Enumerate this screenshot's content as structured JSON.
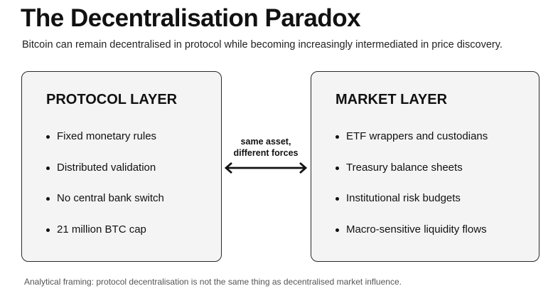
{
  "title": "The Decentralisation Paradox",
  "subtitle": "Bitcoin can remain decentralised in protocol while becoming increasingly intermediated in price discovery.",
  "protocol_layer": {
    "heading": "PROTOCOL LAYER",
    "items": [
      "Fixed monetary rules",
      "Distributed validation",
      "No central bank switch",
      "21 million BTC cap"
    ]
  },
  "market_layer": {
    "heading": "MARKET LAYER",
    "items": [
      "ETF wrappers and custodians",
      "Treasury balance sheets",
      "Institutional risk budgets",
      "Macro-sensitive liquidity flows"
    ]
  },
  "connector": {
    "line1": "same asset,",
    "line2": "different forces",
    "icon": "double-headed-arrow-icon"
  },
  "footnote": "Analytical framing: protocol decentralisation is not the same thing as decentralised market influence."
}
